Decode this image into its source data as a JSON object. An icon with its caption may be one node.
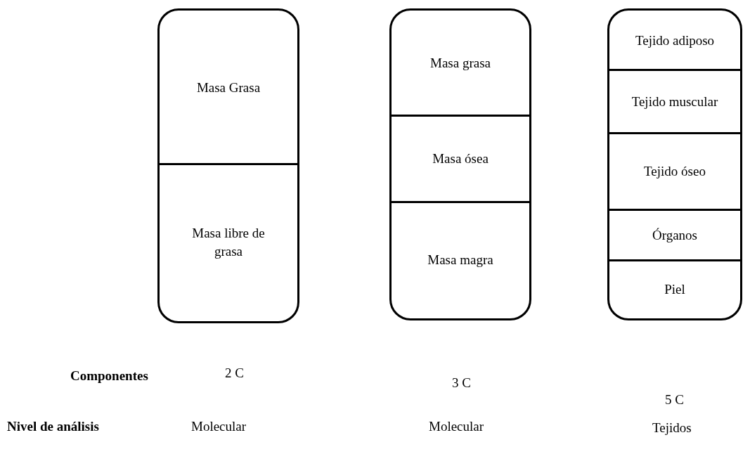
{
  "diagram": {
    "nodes": [
      {
        "text": [],
        "shape": "box"
      },
      {
        "text": [
          "Masa Grasa"
        ],
        "in": 0
      },
      {
        "text": [
          "Masa libre de grasa"
        ],
        "in": 0
      },
      {
        "text": [],
        "shape": "box"
      },
      {
        "text": [
          "Masa grasa"
        ],
        "in": 3
      },
      {
        "text": [
          "Masa ósea"
        ],
        "in": 3
      },
      {
        "text": [
          "Masa magra"
        ],
        "in": 3
      },
      {
        "text": [],
        "shape": "box"
      },
      {
        "text": [
          "Tejido adiposo"
        ],
        "in": 7
      },
      {
        "text": [
          "Tejido muscular"
        ],
        "in": 7
      },
      {
        "text": [
          "Tejido óseo"
        ],
        "in": 7
      },
      {
        "text": [
          "Órganos"
        ],
        "in": 7
      },
      {
        "text": [
          "Piel"
        ],
        "in": 7
      }
    ],
    "edges": [],
    "labels": [
      "Componentes",
      "2 C",
      "3 C",
      "5 C",
      "Nivel de análisis",
      "Molecular",
      "Molecular",
      "Tejidos"
    ]
  }
}
